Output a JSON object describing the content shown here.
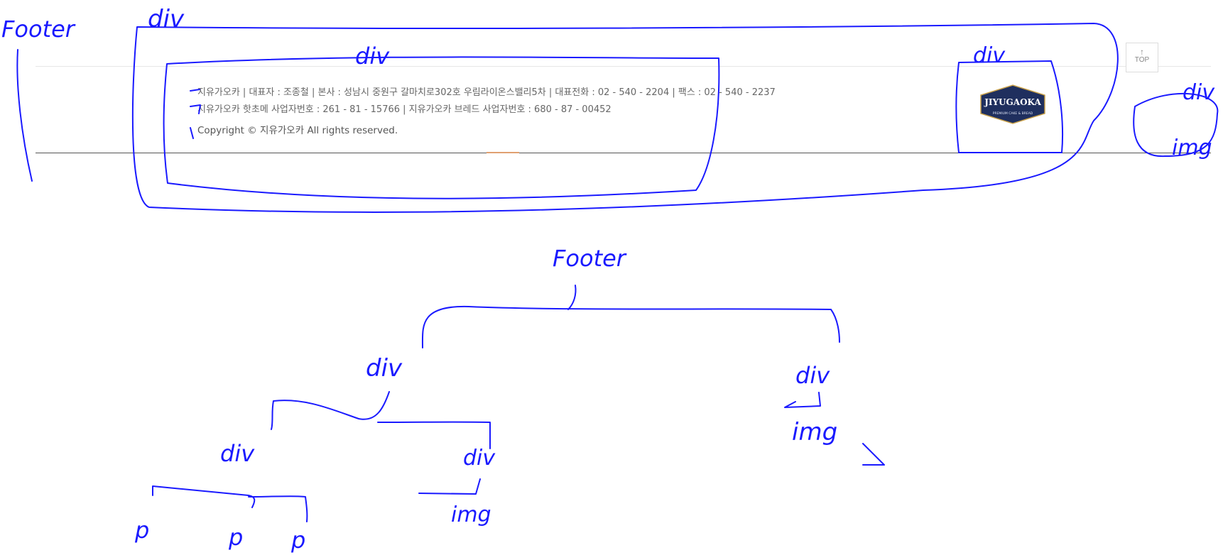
{
  "footer": {
    "line1": "지유가오카 | 대표자 : 조종철 | 본사 : 성남시 중원구 갈마치로302호 우림라이온스밸리5차 | 대표전화 : 02 - 540 - 2204 | 팩스 : 02 - 540 - 2237",
    "line2": "지유가오카 핫초메 사업자번호 : 261 - 81 - 15766 | 지유가오카 브레드 사업자번호 : 680 - 87 - 00452",
    "copyright": "Copyright © 지유가오카 All rights reserved."
  },
  "logo": {
    "name": "JIYUGAOKA",
    "tagline": "PREMIUM CAKE & BREAD",
    "bg_color": "#1f2f5e"
  },
  "top_button": {
    "label": "TOP",
    "icon": "arrow-up-icon"
  },
  "annotations": {
    "footer_top_left": "Footer",
    "div_outer": "div",
    "div_inner": "div",
    "div_logo": "div",
    "div_img_right": "div",
    "img_right": "img",
    "tree_root": "Footer",
    "tree_div_left": "div",
    "tree_div_right": "div",
    "tree_img_right": "img",
    "tree_div_sub_left": "div",
    "tree_div_sub_right": "div",
    "tree_img_sub": "img",
    "tree_leaf_p1": "p",
    "tree_leaf_p2": "p",
    "tree_leaf_p3": "p"
  },
  "colors": {
    "ink": "#1a1aff",
    "accent_line": "#e0a070"
  }
}
